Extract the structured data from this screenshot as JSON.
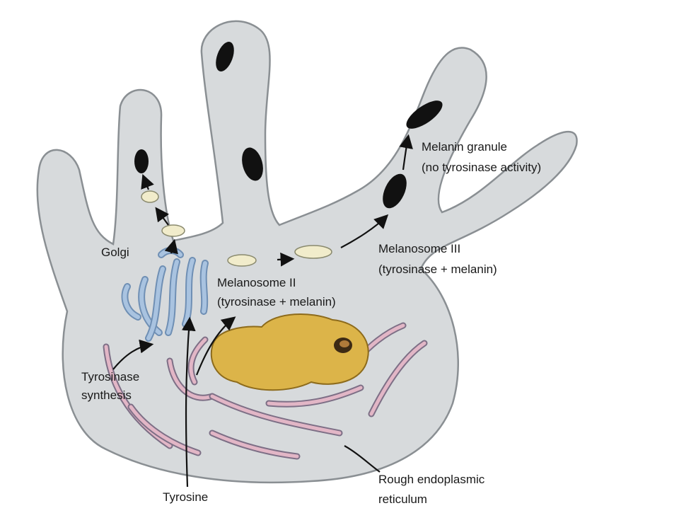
{
  "labels": {
    "golgi": "Golgi",
    "melanin_granule_1": "Melanin granule",
    "melanin_granule_2": "(no tyrosinase activity)",
    "melanosome3_1": "Melanosome III",
    "melanosome3_2": "(tyrosinase + melanin)",
    "melanosome2_1": "Melanosome II",
    "melanosome2_2": "(tyrosinase + melanin)",
    "tyrosinase_1": "Tyrosinase",
    "tyrosinase_2": "synthesis",
    "tyrosine": "Tyrosine",
    "rer_1": "Rough endoplasmic",
    "rer_2": "reticulum"
  },
  "colors": {
    "cytoplasm": "#d7dadc",
    "nucleus": "#dcb449",
    "golgi": "#a9c3e0",
    "rough_er": "#e2b6c6",
    "melanin": "#111111"
  }
}
